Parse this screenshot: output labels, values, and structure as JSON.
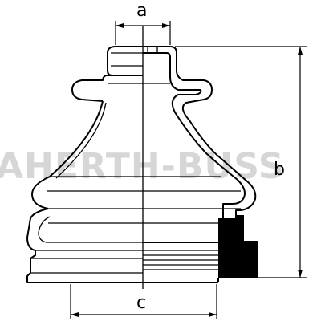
{
  "watermark": "AHERTH-BUSS",
  "dimensions": {
    "a": "a",
    "b": "b",
    "c": "c"
  }
}
